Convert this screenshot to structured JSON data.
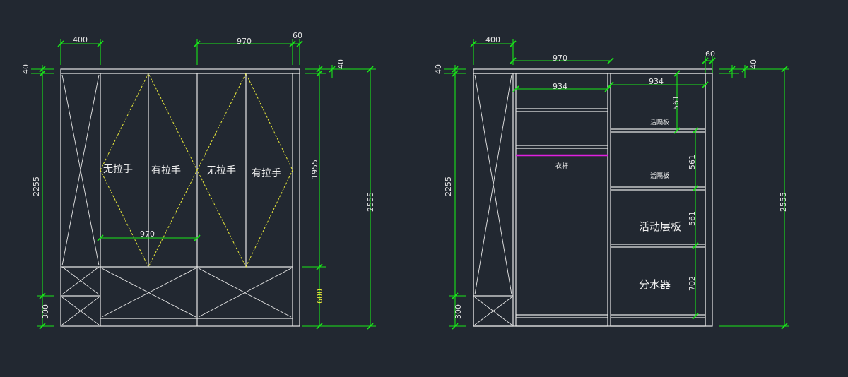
{
  "colors": {
    "background": "#222831",
    "outline": "#e6e6e6",
    "dimension": "#19e619",
    "door_swing": "#e8e83a",
    "hanging_rod": "#e020e0"
  },
  "front_view": {
    "dims": {
      "top_left_width": "400",
      "top_mid_width": "970",
      "top_right_width": "60",
      "left_top_thickness": "40",
      "left_upper_height": "2255",
      "left_base_height": "300",
      "inner_door_width": "970",
      "right_top_thickness": "40",
      "door_height": "1955",
      "drawer_height": "600",
      "total_height": "2555"
    },
    "labels": {
      "door1": "无拉手",
      "door2": "有拉手",
      "door3": "无拉手",
      "door4": "有拉手"
    }
  },
  "interior_view": {
    "dims": {
      "top_left_width": "400",
      "top_mid_width": "970",
      "top_right_width": "60",
      "left_top_thickness": "40",
      "left_upper_height": "2255",
      "left_base_height": "300",
      "left_bay_width": "934",
      "right_bay_width": "934",
      "shelf1_height": "561",
      "shelf2_height": "561",
      "shelf3_height": "561",
      "bottom_bay_height": "702",
      "right_top_thickness": "40",
      "total_height": "2555"
    },
    "labels": {
      "hanging_rod": "衣杆",
      "shelf_a": "活隔板",
      "shelf_b": "活隔板",
      "movable_shelf": "活动层板",
      "water_distributor": "分水器"
    }
  }
}
